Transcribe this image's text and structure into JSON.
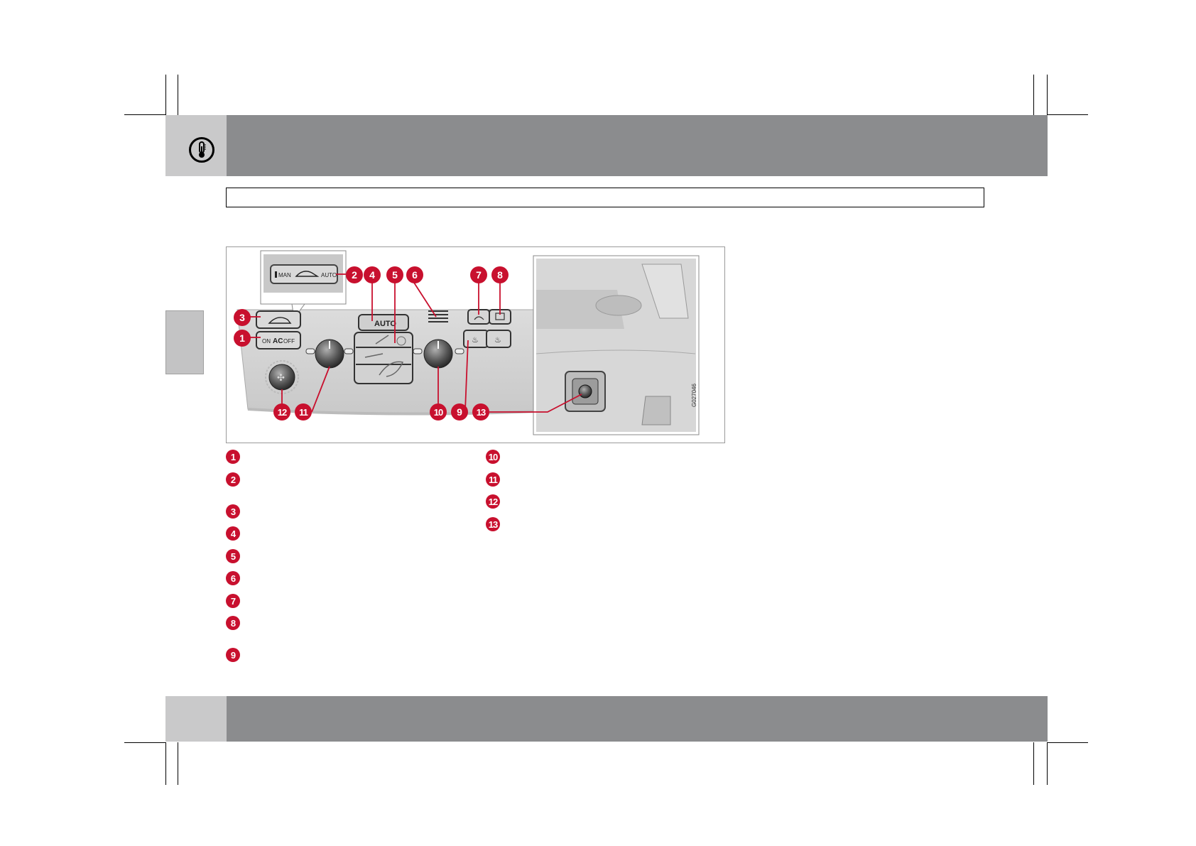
{
  "header": {
    "icon": "thermometer-icon",
    "section_title": ""
  },
  "figure": {
    "panel_labels": {
      "man": "MAN",
      "auto_small": "AUTO",
      "on": "ON",
      "ac": "AC",
      "off": "OFF",
      "auto_button": "AUTO"
    },
    "image_code": "G027046",
    "callouts": [
      "1",
      "2",
      "3",
      "4",
      "5",
      "6",
      "7",
      "8",
      "9",
      "10",
      "11",
      "12",
      "13"
    ]
  },
  "legend": {
    "left": [
      {
        "num": "1",
        "text": ""
      },
      {
        "num": "2",
        "text": ""
      },
      {
        "num": "3",
        "text": ""
      },
      {
        "num": "4",
        "text": ""
      },
      {
        "num": "5",
        "text": ""
      },
      {
        "num": "6",
        "text": ""
      },
      {
        "num": "7",
        "text": ""
      },
      {
        "num": "8",
        "text": ""
      },
      {
        "num": "9",
        "text": ""
      }
    ],
    "right": [
      {
        "num": "10",
        "text": ""
      },
      {
        "num": "11",
        "text": ""
      },
      {
        "num": "12",
        "text": ""
      },
      {
        "num": "13",
        "text": ""
      }
    ]
  },
  "colors": {
    "callout": "#c8102e",
    "band": "#8b8c8e",
    "tab": "#c9c9ca"
  }
}
